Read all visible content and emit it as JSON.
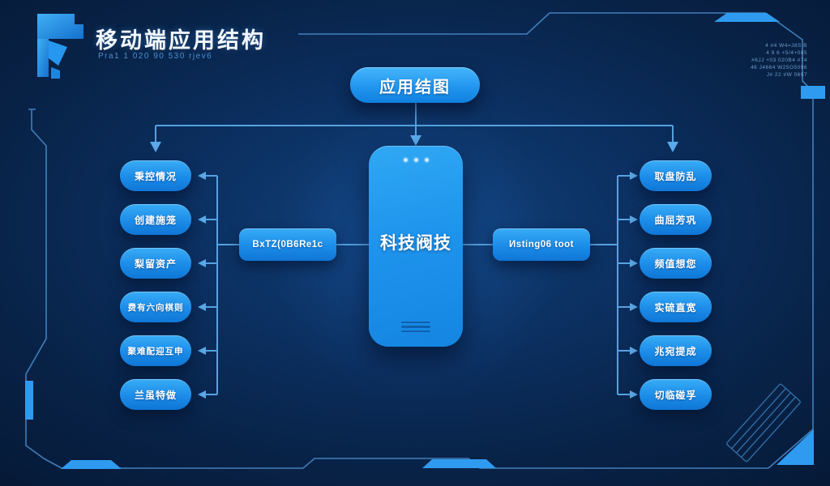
{
  "header": {
    "title": "移动端应用结构",
    "subtitle": "Pra1 1 020 90 530 rjev6",
    "logo": "tech-flag-logo"
  },
  "corner_text": {
    "lines": [
      "4 #4 W4=J8S B",
      "4 9 6 +5/4+085",
      "#6JJ +03 020B4 #74",
      "46 J4664 W25O5096",
      "J# 22 #W 0697"
    ]
  },
  "diagram": {
    "root": {
      "label": "应用结图"
    },
    "phone": {
      "label": "科技阀技"
    },
    "left_connector": {
      "label": "BxTZ(0B6Re1c"
    },
    "right_connector": {
      "label": "Иsting06 toot"
    },
    "left_items": [
      "秉控情况",
      "创建施笼",
      "梨留资产",
      "费有六向棋则",
      "聚难配迎互申",
      "兰虽特做"
    ],
    "right_items": [
      "取盘防乱",
      "曲屈芳巩",
      "频值想您",
      "实硫直宽",
      "兆宛提成",
      "切临碰孚"
    ]
  },
  "colors": {
    "background_dark": "#061a38",
    "background_mid": "#0b2e5e",
    "frame_line": "#4b8fd0",
    "accent_bright": "#2e9bf0",
    "node_gradient_top": "#38acf6",
    "node_gradient_bottom": "#0f76d6",
    "connector_line": "#5aa9e8",
    "text_white": "#ffffff",
    "text_subtitle": "#4e8fce"
  }
}
